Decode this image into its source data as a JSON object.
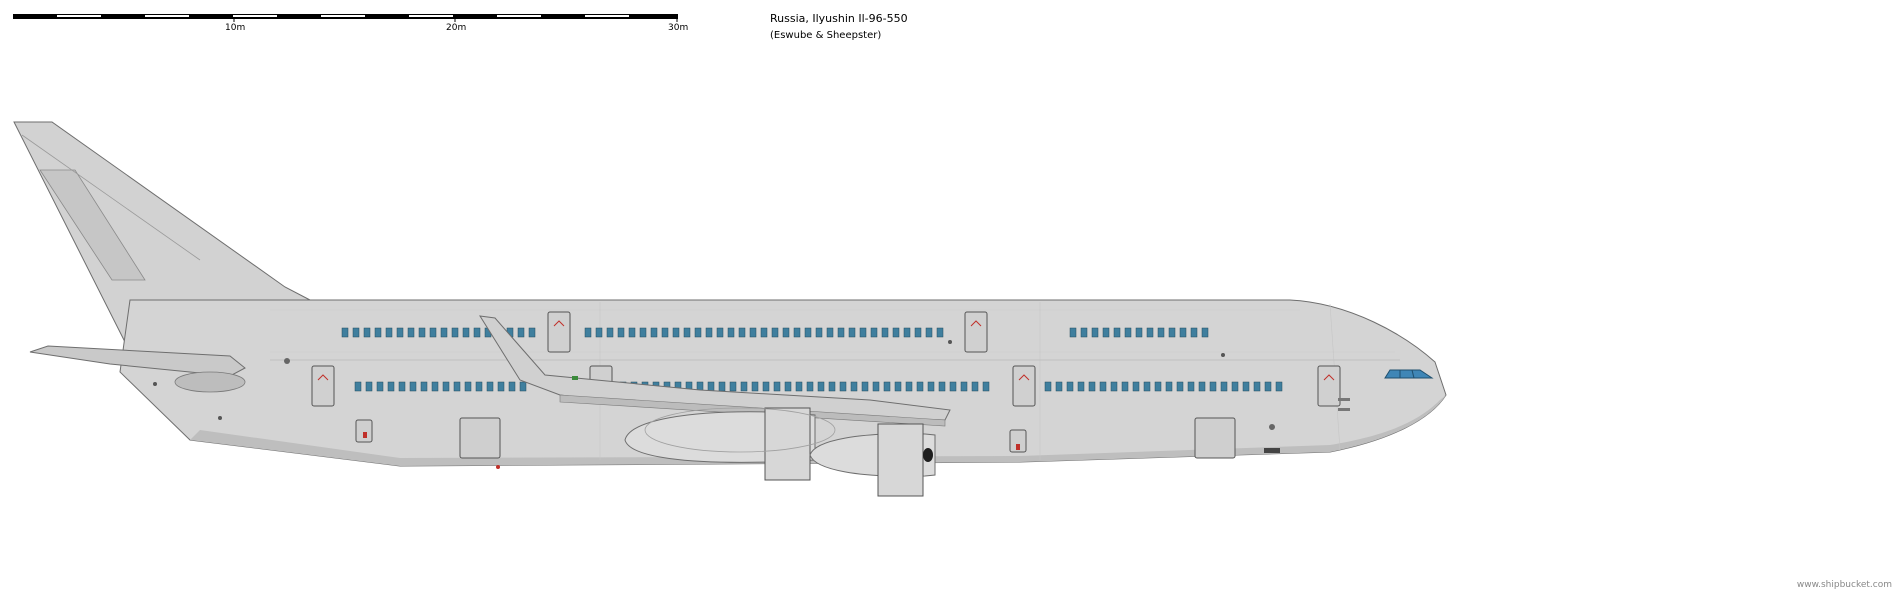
{
  "scale_bar": {
    "labels": [
      "10m",
      "20m",
      "30m"
    ]
  },
  "header": {
    "title": "Russia, Ilyushin Il-96-550",
    "credit": "(Eswube & Sheepster)"
  },
  "footer": {
    "watermark": "www.shipbucket.com"
  },
  "colors": {
    "fuselage": "#d4d4d4",
    "fuselage_shade": "#c3c3c3",
    "outline": "#6e6e6e",
    "window": "#3f7f9e",
    "cockpit": "#3f86b6",
    "door_mark": "#c0302a",
    "engine": "#dadada"
  },
  "icons": [
    "aircraft-side-profile"
  ]
}
